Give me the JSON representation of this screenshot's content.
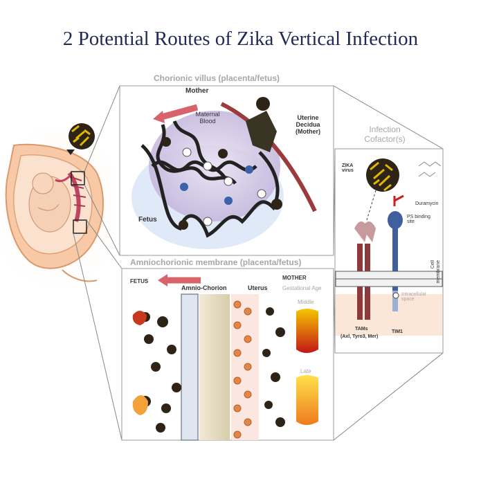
{
  "title": "2 Potential Routes of Zika Vertical Infection",
  "section1": {
    "heading": "Chorionic villus (placenta/fetus)",
    "mother": "Mother",
    "maternal_blood_1": "Maternal",
    "maternal_blood_2": "Blood",
    "uterine_1": "Uterine",
    "uterine_2": "Decidua",
    "uterine_3": "(Mother)",
    "fetus": "Fetus"
  },
  "section2": {
    "heading": "Amniochorionic membrane (placenta/fetus)",
    "fetus": "FETUS",
    "mother": "MOTHER",
    "amnio": "Amnio-Chorion",
    "uterus": "Uterus",
    "gest_age": "Gestational Age",
    "middle": "Middle",
    "late": "Late"
  },
  "section3": {
    "heading_1": "Infection",
    "heading_2": "Cofactor(s)",
    "zika_1": "ZIKA",
    "zika_2": "virus",
    "duramycin": "Duramycin",
    "ps_1": "PS binding",
    "ps_2": "site",
    "cell": "Cell",
    "membrane": "membrane",
    "intra_1": "Intracellular",
    "intra_2": "space",
    "tams": "TAMs",
    "tams_sub": "(Axl, Tyro3, Mer)",
    "tim1": "TIM1"
  },
  "colors": {
    "title": "#1f2a55",
    "arrow": "#d7646a",
    "vessel": "#8b2a2a",
    "virus": "#e0b800",
    "tam": "#8e3a3a",
    "tim": "#3f5f9f"
  }
}
